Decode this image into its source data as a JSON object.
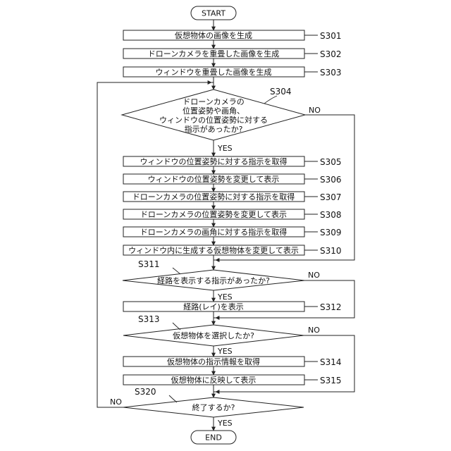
{
  "start": "START",
  "end": "END",
  "yes": "YES",
  "no": "NO",
  "steps": {
    "s301": {
      "id": "S301",
      "text": "仮想物体の画像を生成"
    },
    "s302": {
      "id": "S302",
      "text": "ドローンカメラを重畳した画像を生成"
    },
    "s303": {
      "id": "S303",
      "text": "ウィンドウを重畳した画像を生成"
    },
    "s304": {
      "id": "S304",
      "lines": [
        "ドローンカメラの",
        "位置姿勢や画角、",
        "ウィンドウの位置姿勢に対する",
        "指示があったか?"
      ]
    },
    "s305": {
      "id": "S305",
      "text": "ウィンドウの位置姿勢に対する指示を取得"
    },
    "s306": {
      "id": "S306",
      "text": "ウィンドウの位置姿勢を変更して表示"
    },
    "s307": {
      "id": "S307",
      "text": "ドローンカメラの位置姿勢に対する指示を取得"
    },
    "s308": {
      "id": "S308",
      "text": "ドローンカメラの位置姿勢を変更して表示"
    },
    "s309": {
      "id": "S309",
      "text": "ドローンカメラの画角に対する指示を取得"
    },
    "s310": {
      "id": "S310",
      "text": "ウィンドウ内に生成する仮想物体を変更して表示"
    },
    "s311": {
      "id": "S311",
      "text": "経路を表示する指示があったか?"
    },
    "s312": {
      "id": "S312",
      "text": "経路(レイ)を表示"
    },
    "s313": {
      "id": "S313",
      "text": "仮想物体を選択したか?"
    },
    "s314": {
      "id": "S314",
      "text": "仮想物体の指示情報を取得"
    },
    "s315": {
      "id": "S315",
      "text": "仮想物体に反映して表示"
    },
    "s320": {
      "id": "S320",
      "text": "終了するか?"
    }
  }
}
